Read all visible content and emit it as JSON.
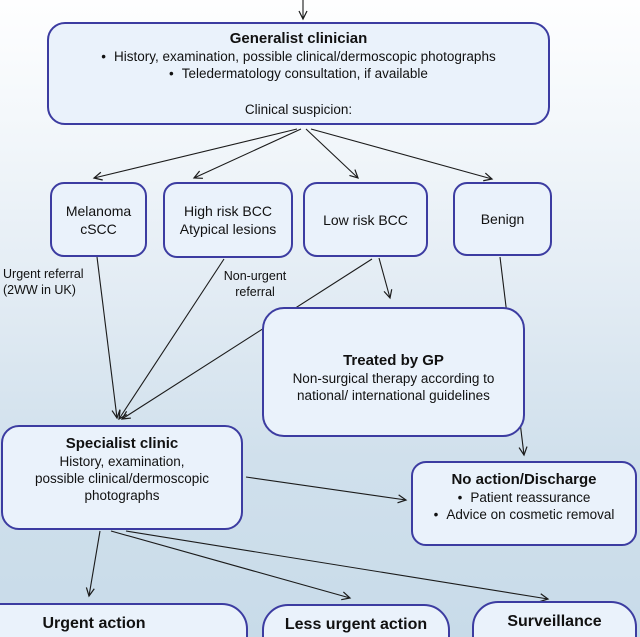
{
  "ui": {
    "bullet": "•"
  },
  "generalist": {
    "title": "Generalist clinician",
    "items": [
      "History, examination, possible clinical/dermoscopic photographs",
      "Teledermatology consultation, if available"
    ],
    "suspicion_label": "Clinical suspicion:"
  },
  "branch_boxes": [
    {
      "label": "Melanoma\ncSCC"
    },
    {
      "label": "High risk BCC\nAtypical lesions"
    },
    {
      "label": "Low risk BCC"
    },
    {
      "label": "Benign"
    }
  ],
  "edge_labels": {
    "urgent_referral": "Urgent referral\n(2WW in UK)",
    "non_urgent_referral": "Non-urgent\nreferral"
  },
  "treated_by_gp": {
    "title": "Treated by GP",
    "body": "Non-surgical therapy according to\nnational/ international guidelines"
  },
  "specialist_clinic": {
    "title": "Specialist clinic",
    "body": "History, examination,\npossible clinical/dermoscopic\nphotographs"
  },
  "no_action": {
    "title": "No action/Discharge",
    "items": [
      "Patient reassurance",
      "Advice on cosmetic removal"
    ]
  },
  "outcomes": [
    {
      "title": "Urgent action"
    },
    {
      "title": "Less urgent action"
    },
    {
      "title": "Surveillance"
    }
  ],
  "colors": {
    "box_fill": "#eaf2fb",
    "box_border": "#3c3ca1",
    "arrow": "#1b1b1b",
    "background_top": "#fefeff",
    "background_bottom": "#c8dbe9",
    "text": "#111111"
  }
}
